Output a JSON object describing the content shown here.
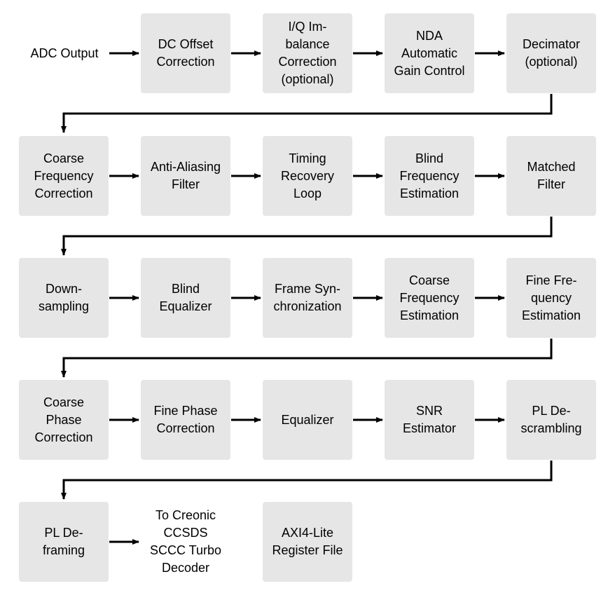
{
  "input_label": "ADC Output",
  "blocks": {
    "dc_offset": "DC Offset\nCorrection",
    "iq_imbalance": "I/Q Im-\nbalance\nCorrection\n(optional)",
    "nda_agc": "NDA\nAutomatic\nGain Control",
    "decimator": "Decimator\n(optional)",
    "coarse_freq_correction": "Coarse\nFrequency\nCorrection",
    "anti_aliasing": "Anti-Aliasing\nFilter",
    "timing_recovery": "Timing\nRecovery\nLoop",
    "blind_freq_est": "Blind\nFrequency\nEstimation",
    "matched_filter": "Matched\nFilter",
    "downsampling": "Down-\nsampling",
    "blind_equalizer": "Blind\nEqualizer",
    "frame_sync": "Frame Syn-\nchronization",
    "coarse_freq_est": "Coarse\nFrequency\nEstimation",
    "fine_freq_est": "Fine Fre-\nquency\nEstimation",
    "coarse_phase": "Coarse\nPhase\nCorrection",
    "fine_phase": "Fine Phase\nCorrection",
    "equalizer": "Equalizer",
    "snr_estimator": "SNR\nEstimator",
    "pl_descrambling": "PL De-\nscrambling",
    "pl_deframing": "PL De-\nframing",
    "axi4_lite": "AXI4-Lite\nRegister File"
  },
  "output_label": "To Creonic\nCCSDS\nSCCC Turbo\nDecoder"
}
